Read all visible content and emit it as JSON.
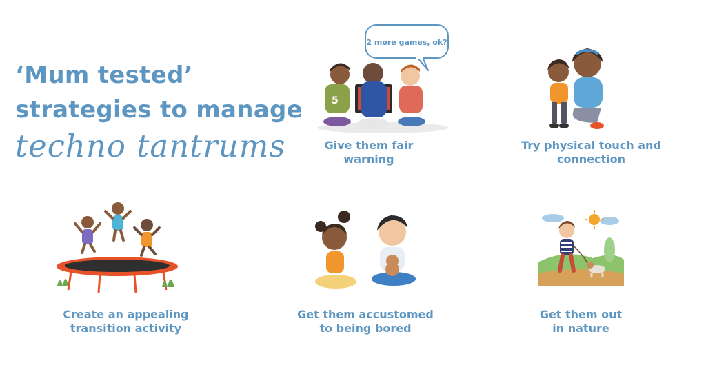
{
  "title": {
    "line1": "‘Mum tested’",
    "line2": "strategies to manage",
    "line3": "techno tantrums"
  },
  "colors": {
    "title_blue": "#5e96c2",
    "skin_dark": "#8a5a3c",
    "skin_light": "#f1c7a2",
    "trampoline_red": "#e8522a"
  },
  "strategies": [
    {
      "caption": "Give them fair warning",
      "line1": "Give them fair",
      "line2": "warning",
      "speech": "2 more games, ok?",
      "illustration": "kids-playing-video-game"
    },
    {
      "caption": "Try physical touch and connection",
      "line1": "Try physical touch and",
      "line2": "connection",
      "illustration": "parent-comforting-child"
    },
    {
      "caption": "Create an appealing transition activity",
      "line1": "Create an appealing",
      "line2": "transition activity",
      "illustration": "kids-on-trampoline"
    },
    {
      "caption": "Get them accustomed to being bored",
      "line1": "Get them accustomed",
      "line2": "to being bored",
      "illustration": "kids-meditating"
    },
    {
      "caption": "Get them out in nature",
      "line1": "Get them out",
      "line2": "in nature",
      "illustration": "boy-walking-dog-outdoors"
    }
  ]
}
